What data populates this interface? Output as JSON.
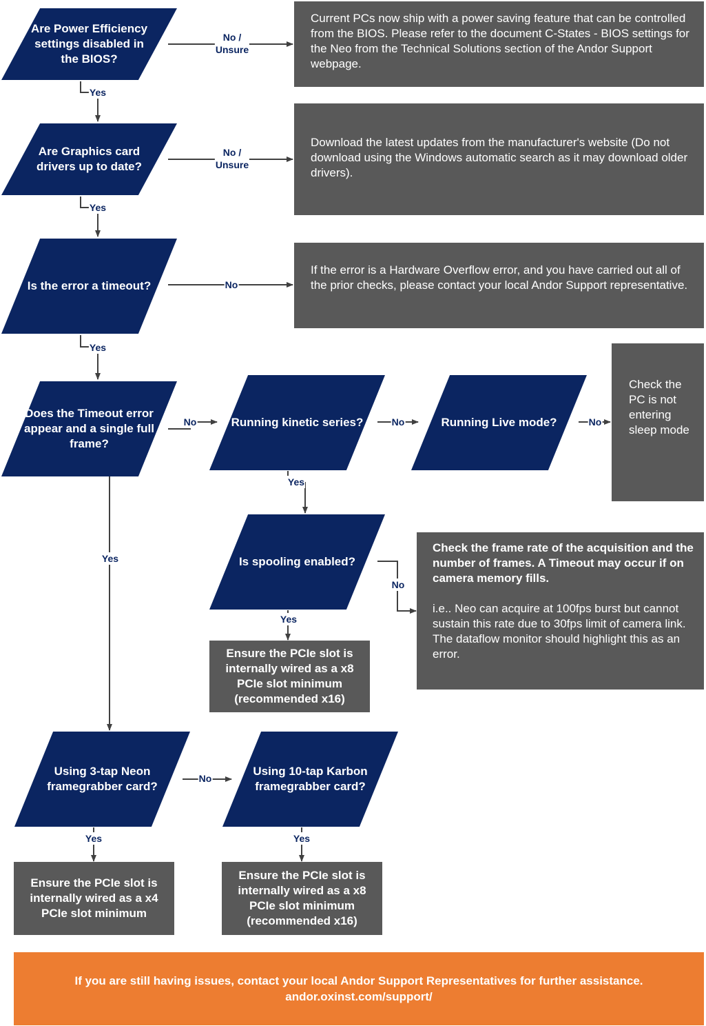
{
  "decisions": {
    "power": "Are Power Efficiency settings disabled in the BIOS?",
    "graphics": "Are Graphics card drivers up to date?",
    "timeout": "Is the error a timeout?",
    "single_frame": "Does the Timeout error appear and a single full frame?",
    "kinetic": "Running kinetic series?",
    "live": "Running Live mode?",
    "spooling": "Is spooling enabled?",
    "neon": "Using 3-tap Neon framegrabber card?",
    "karbon": "Using 10-tap Karbon framegrabber card?"
  },
  "outcomes": {
    "power": "Current PCs now ship with a power saving feature that can be controlled from the BIOS. Please refer to the document C-States - BIOS settings for the Neo from the Technical Solutions section of the Andor Support webpage.",
    "graphics": "Download the latest updates from the manufacturer's website (Do not download using the Windows automatic search as it may download older drivers).",
    "timeout": "If the error is a Hardware Overflow error, and you have carried out all of the prior checks, please contact your local Andor Support representative.",
    "sleep": "Check the PC is not entering sleep mode",
    "spooling_no_bold": "Check the frame rate of the acquisition and the number of frames. A Timeout may occur if on camera memory fills.",
    "spooling_no_detail": "i.e.. Neo can acquire at 100fps burst but cannot sustain this rate due to 30fps limit of camera link. The dataflow monitor should highlight this as an error.",
    "spooling_yes": "Ensure the PCIe slot is internally wired as a x8 PCIe slot minimum (recommended x16)",
    "neon_yes": "Ensure the PCIe slot is internally wired as a x4 PCIe slot minimum",
    "karbon_yes": "Ensure the PCIe slot is internally wired as a x8 PCIe slot minimum (recommended x16)"
  },
  "labels": {
    "yes": "Yes",
    "no": "No",
    "no_unsure_1": "No /",
    "no_unsure_2": "Unsure"
  },
  "footer": {
    "line1": "If you are still having issues, contact your local Andor Support Representatives for further assistance.",
    "line2": "andor.oxinst.com/support/"
  },
  "colors": {
    "decision": "#0b2561",
    "outcome": "#595959",
    "footer": "#ed7d31",
    "connector": "#404040"
  }
}
